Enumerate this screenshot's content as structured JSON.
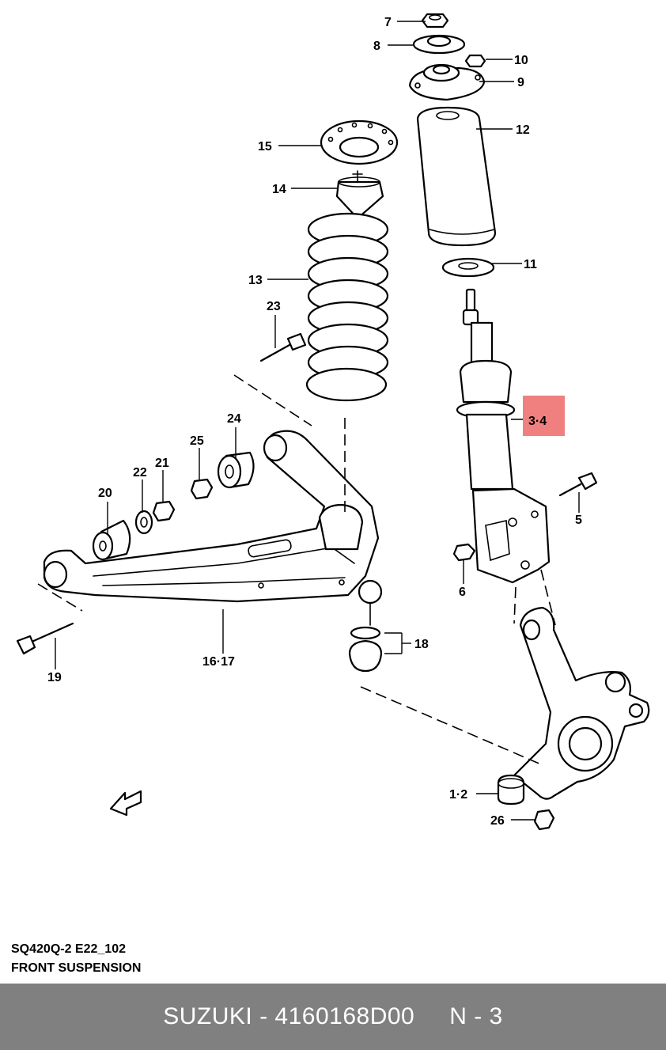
{
  "diagram": {
    "callouts": {
      "c7": "7",
      "c8": "8",
      "c10": "10",
      "c9": "9",
      "c12": "12",
      "c15": "15",
      "c14": "14",
      "c13": "13",
      "c11": "11",
      "c23": "23",
      "c34": "3·4",
      "c24": "24",
      "c25": "25",
      "c21": "21",
      "c22": "22",
      "c20": "20",
      "c5": "5",
      "c6": "6",
      "c18": "18",
      "c1617": "16·17",
      "c19": "19",
      "c12b": "1·2",
      "c26": "26"
    },
    "highlight_color": "#f08080"
  },
  "caption": {
    "code": "SQ420Q-2 E22_102",
    "title": "FRONT SUSPENSION"
  },
  "footer": {
    "brand_part": "SUZUKI - 4160168D00",
    "page": "N - 3"
  }
}
